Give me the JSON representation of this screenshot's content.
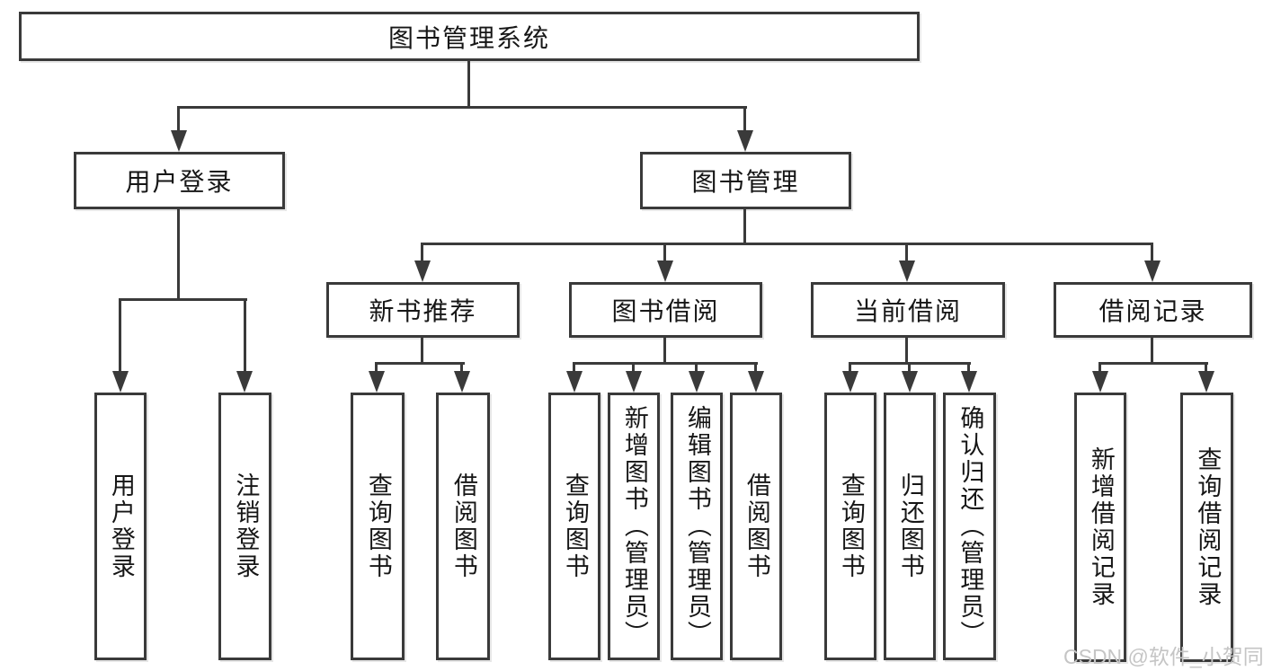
{
  "colors": {
    "line": "#3a3a3a",
    "text": "#161616",
    "box_bg": "#ffffff",
    "watermark": "#c5c5c5"
  },
  "watermark": {
    "text": "CSDN @软件_小贺同学"
  },
  "tree": {
    "label": "图书管理系统",
    "children": [
      {
        "label": "用户登录",
        "children": [
          {
            "label": "用户登录"
          },
          {
            "label": "注销登录"
          }
        ]
      },
      {
        "label": "图书管理",
        "children": [
          {
            "label": "新书推荐",
            "children": [
              {
                "label": "查询图书"
              },
              {
                "label": "借阅图书"
              }
            ]
          },
          {
            "label": "图书借阅",
            "children": [
              {
                "label": "查询图书"
              },
              {
                "label": "新增图书（管理员）"
              },
              {
                "label": "编辑图书（管理员）"
              },
              {
                "label": "借阅图书"
              }
            ]
          },
          {
            "label": "当前借阅",
            "children": [
              {
                "label": "查询图书"
              },
              {
                "label": "归还图书"
              },
              {
                "label": "确认归还（管理员）"
              }
            ]
          },
          {
            "label": "借阅记录",
            "children": [
              {
                "label": "新增借阅记录"
              },
              {
                "label": "查询借阅记录"
              }
            ]
          }
        ]
      }
    ]
  }
}
